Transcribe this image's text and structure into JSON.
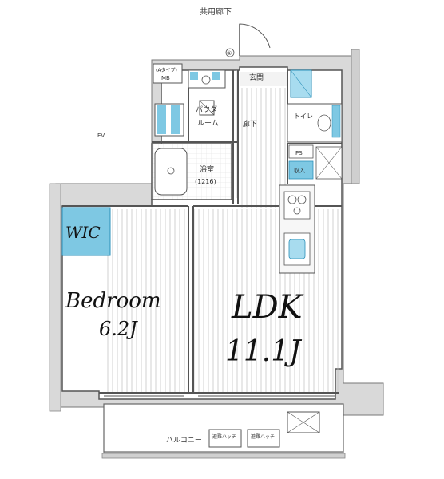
{
  "labels": {
    "corridor": "共用廊下",
    "ev": "EV",
    "mb_type": "(Aタイプ)",
    "mb": "MB",
    "entrance": "玄関",
    "powder_room": "パウダー",
    "powder_room2": "ルーム",
    "hallway": "廊下",
    "toilet": "トイレ",
    "bath": "浴室",
    "bath_size": "(1216)",
    "ps": "PS",
    "storage": "収入",
    "wic": "WIC",
    "bedroom": "Bedroom",
    "bedroom_size": "6.2J",
    "ldk": "LDK",
    "ldk_size": "11.1J",
    "balcony": "バルコニー",
    "hatch1": "避難ハッチ",
    "hatch2": "避難ハッチ",
    "door_mark": "①"
  },
  "colors": {
    "wall": "#555555",
    "wall_fill": "#d4d4d4",
    "accent": "#7ec8e3",
    "accent_dark": "#2a8fb8",
    "floor_line": "#bbbbbb"
  }
}
